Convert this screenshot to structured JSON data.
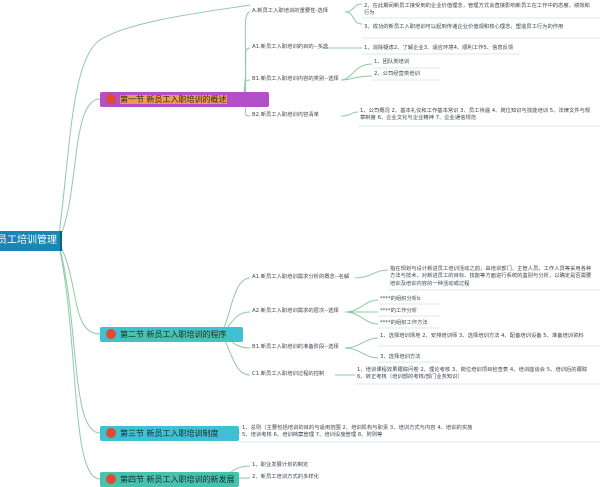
{
  "root": {
    "title": "员工培训管理"
  },
  "sections": [
    {
      "label": "第一节 新员工入职培训的概述",
      "color": "#b34fc7",
      "children": [
        {
          "label": "A.新员工入职培训的重要性-选择",
          "leaves": [
            "2、在此期间新员工接受到的企业价值理念，管理方式会直接影响新员工在工作中的态度、绩效和行为",
            "3、成功的新员工入职培训可以起到传递企业价值观和核心理念，塑造员工行为的作用"
          ]
        },
        {
          "label": "A1.新员工入职培训的目的--多选",
          "leaves": [
            "1、消除疑虑2、了解企业3、适应环境4、顺利工作5、信息反馈"
          ]
        },
        {
          "label": "B1.新员工入职培训内容的类别--选择",
          "leaves": [
            "1、团队类培训",
            "2、公司经营类培训"
          ]
        },
        {
          "label": "B2.新员工入职培训内容清单",
          "leaves": [
            "1、公司概况 2、基本礼仪和工作基本常识 3、员工待遇 4、岗位知识与技能培训 5、法律文件与规章制度 6、企业文化与企业精神 7、企业通信规范"
          ]
        }
      ]
    },
    {
      "label": "第二节 新员工入职培训的程序",
      "color": "#f2994a",
      "children": [
        {
          "label": "A1.新员工入职培训需求分析的概念--名解",
          "leaves": [
            "指在规划与设计新进员工培训活动之前，由培训部门、主管人员、工作人员等采用各种方法与技术，对新进员工的目标、技能等方面进行系统的鉴别与分析，以确定是否需要培训及培训内容的一种活动或过程"
          ]
        },
        {
          "label": "A2.新员工入职培训需求的层次--选择",
          "leaves": [
            "****的组织分析b",
            "****的工作分析",
            "****的组织工作方法"
          ]
        },
        {
          "label": "B1.新员工入职培训的准备阶段--选择",
          "leaves": [
            "1、选择培训场地 2、安排培训师 3、选择培训方法 4、配备培训设备 5、准备培训资料",
            "3、选择培训方法"
          ]
        },
        {
          "label": "C1.新员工入职培训过程的控制",
          "leaves": [
            "1、培训课程效果跟踪问卷 2、理论考核 3、岗位培训项目检查表 4、培训座谈会 5、培训后的跟踪 6、转正考核（培训部的考核/部门业务知识）"
          ]
        }
      ]
    },
    {
      "label": "第三节 新员工入职培训制度",
      "color": "#3fc0d3",
      "children": [
        {
          "label": "",
          "leaves": [
            "1、总则（主要包括培训的目的与适用范围 2、培训机构与职责 3、培训方式与内容 4、培训的实施 5、培训考核 6、培训档案管理 7、培训设施管理 8、附则等"
          ]
        }
      ]
    },
    {
      "label": "第四节 新员工入职培训的新发展",
      "color": "#46c3ad",
      "children": [
        {
          "label": "",
          "leaves": [
            "1、职业发展计划的制定",
            "2、新员工培训方式的多样化"
          ]
        }
      ]
    }
  ]
}
